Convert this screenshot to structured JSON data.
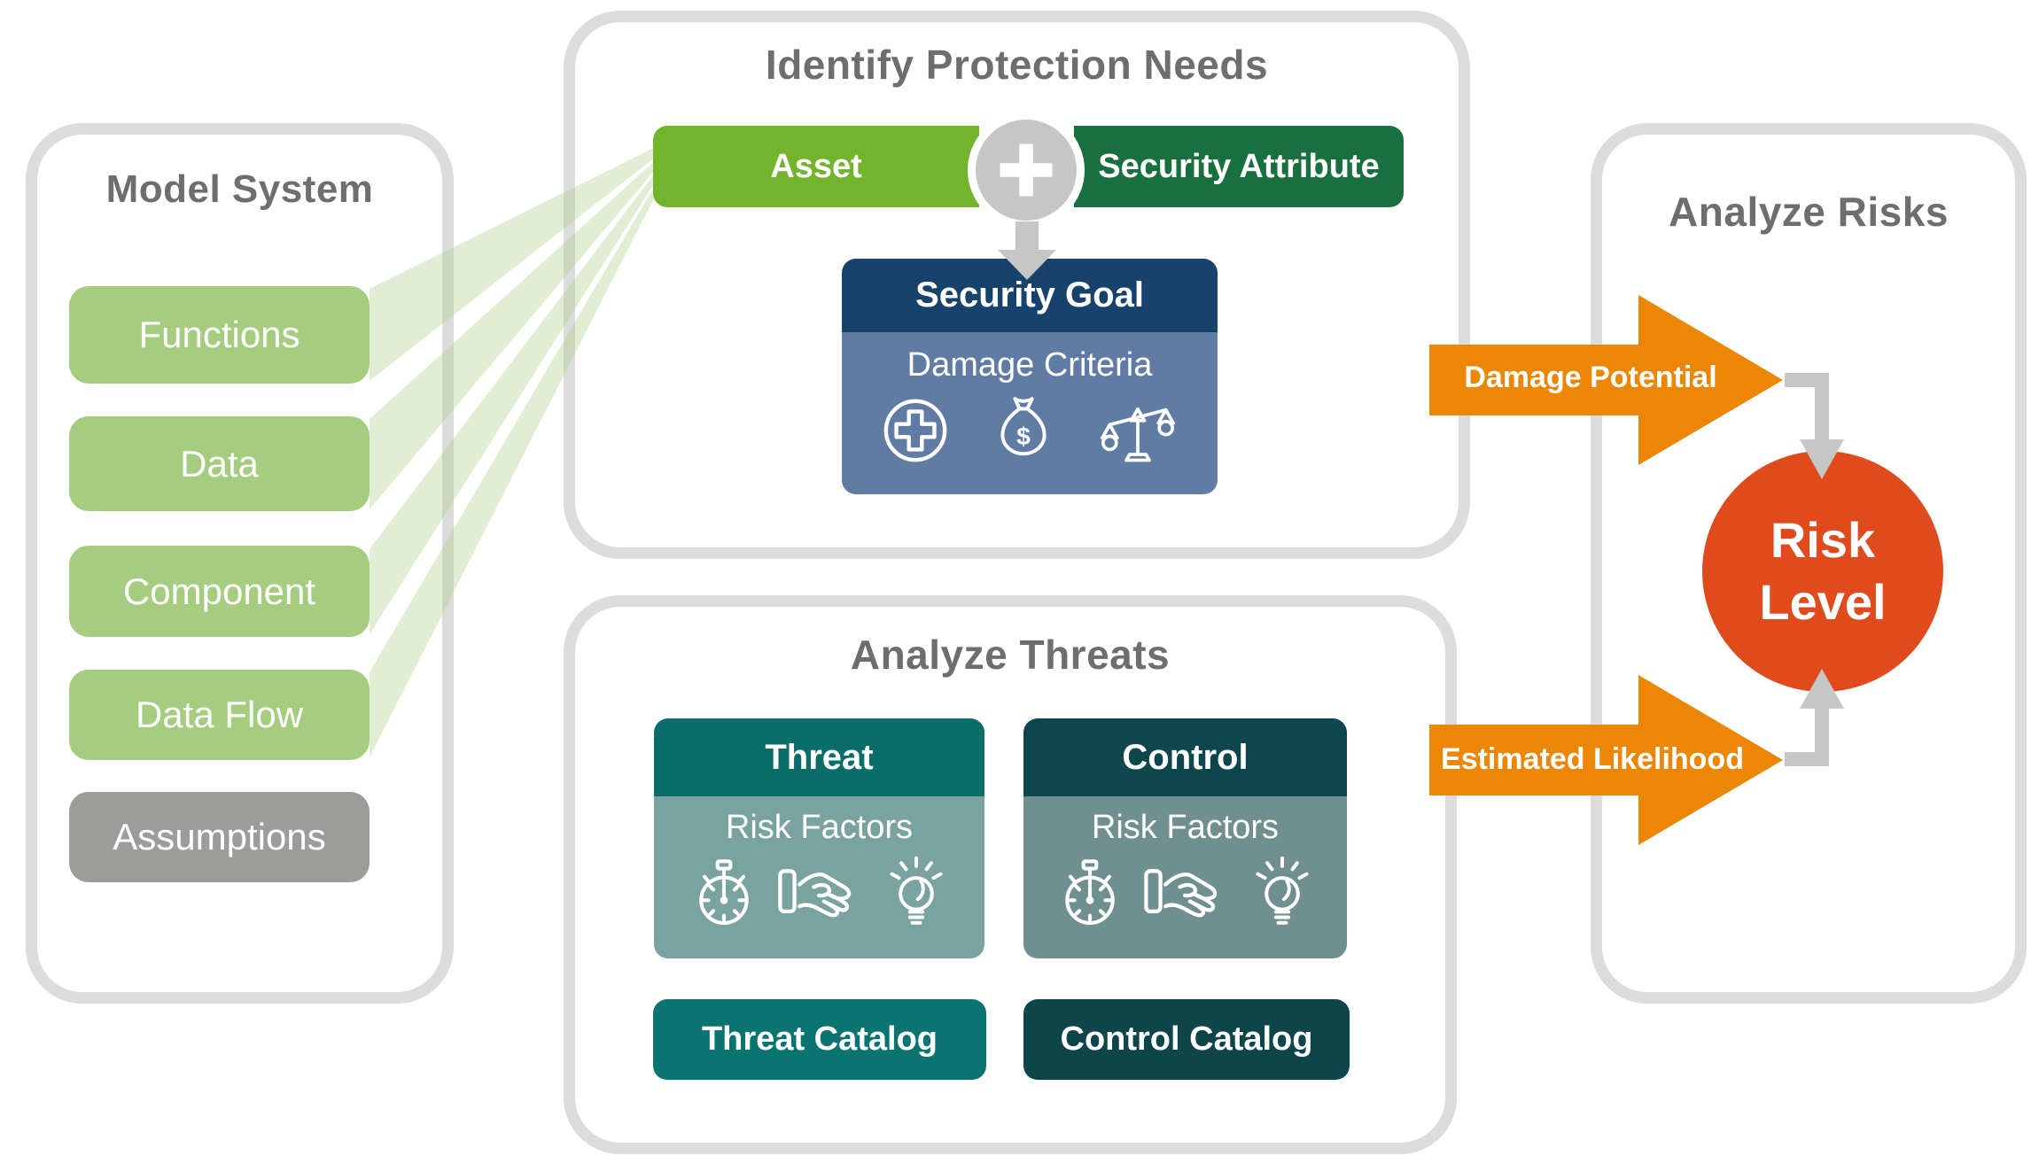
{
  "colors": {
    "panel_border": "#dcdcdc",
    "title_gray": "#6e6e6e",
    "asset_green": "#73b42d",
    "attr_green": "#17703e",
    "model_green": "#a6cd7f",
    "fan_green": "#a9cd80",
    "assumption_gray": "#9c9c9b",
    "goal_navy": "#17426b",
    "goal_blue": "#617ca4",
    "threat_teal": "#0b6d69",
    "threat_body": "#7aa39f",
    "control_teal": "#0d474d",
    "control_body": "#708f8f",
    "threat_catalog": "#0a7471",
    "control_catalog": "#0d454a",
    "arrow_orange": "#ec8606",
    "risk_red": "#e04b1e",
    "connector_gray": "#c6c6c6"
  },
  "panels": {
    "model_system": {
      "title": "Model System",
      "items": [
        {
          "label": "Functions"
        },
        {
          "label": "Data"
        },
        {
          "label": "Component"
        },
        {
          "label": "Data Flow"
        },
        {
          "label": "Assumptions"
        }
      ]
    },
    "identify_protection_needs": {
      "title": "Identify Protection Needs",
      "asset_label": "Asset",
      "plus_symbol": "+",
      "security_attribute_label": "Security Attribute",
      "security_goal": {
        "header": "Security Goal",
        "subheader": "Damage Criteria",
        "icons": [
          "medical-cross-icon",
          "money-bag-icon",
          "scales-icon"
        ]
      }
    },
    "analyze_threats": {
      "title": "Analyze Threats",
      "threat_card": {
        "header": "Threat",
        "subheader": "Risk Factors",
        "icons": [
          "stopwatch-icon",
          "giving-hand-icon",
          "lightbulb-icon"
        ]
      },
      "control_card": {
        "header": "Control",
        "subheader": "Risk Factors",
        "icons": [
          "stopwatch-icon",
          "giving-hand-icon",
          "lightbulb-icon"
        ]
      },
      "threat_catalog_label": "Threat Catalog",
      "control_catalog_label": "Control Catalog"
    },
    "analyze_risks": {
      "title": "Analyze Risks",
      "damage_potential_label": "Damage Potential",
      "estimated_likelihood_label": "Estimated Likelihood",
      "risk_level": {
        "line1": "Risk",
        "line2": "Level"
      }
    }
  }
}
